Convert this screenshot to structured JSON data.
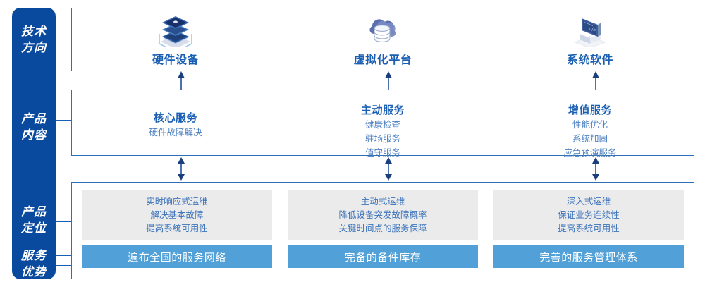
{
  "colors": {
    "rail_blue": "#0a4a9e",
    "panel_border": "#2f6fb5",
    "title_blue": "#1a5fb4",
    "body_blue": "#4a7fc0",
    "grey_box": "#ebebeb",
    "bar_blue": "#52a0d8",
    "white": "#ffffff"
  },
  "rail": {
    "labels": [
      {
        "line1": "技术",
        "line2": "方向"
      },
      {
        "line1": "产品",
        "line2": "内容"
      },
      {
        "line1": "产品",
        "line2": "定位"
      },
      {
        "line1": "服务",
        "line2": "优势"
      }
    ]
  },
  "tech": {
    "items": [
      {
        "icon": "server-stack-icon",
        "name": "硬件设备"
      },
      {
        "icon": "cloud-database-icon",
        "name": "虚拟化平台"
      },
      {
        "icon": "laptop-code-icon",
        "name": "系统软件"
      }
    ]
  },
  "content": {
    "columns": [
      {
        "title": "核心服务",
        "items": [
          "硬件故障解决"
        ]
      },
      {
        "title": "主动服务",
        "items": [
          "健康检查",
          "驻场服务",
          "值守服务"
        ]
      },
      {
        "title": "增值服务",
        "items": [
          "性能优化",
          "系统加固",
          "应急预演服务"
        ]
      }
    ]
  },
  "positioning": {
    "boxes": [
      {
        "lines": [
          "实时响应式运维",
          "解决基本故障",
          "提高系统可用性"
        ]
      },
      {
        "lines": [
          "主动式运维",
          "降低设备突发故障概率",
          "关键时间点的服务保障"
        ]
      },
      {
        "lines": [
          "深入式运维",
          "保证业务连续性",
          "提高系统可用性"
        ]
      }
    ]
  },
  "advantages": {
    "bars": [
      "遍布全国的服务网络",
      "完备的备件库存",
      "完善的服务管理体系"
    ]
  },
  "arrows": {
    "tech_to_content": {
      "type": "up-arrow",
      "count": 3
    },
    "content_to_bottom": {
      "type": "double-arrow",
      "count": 3
    }
  }
}
